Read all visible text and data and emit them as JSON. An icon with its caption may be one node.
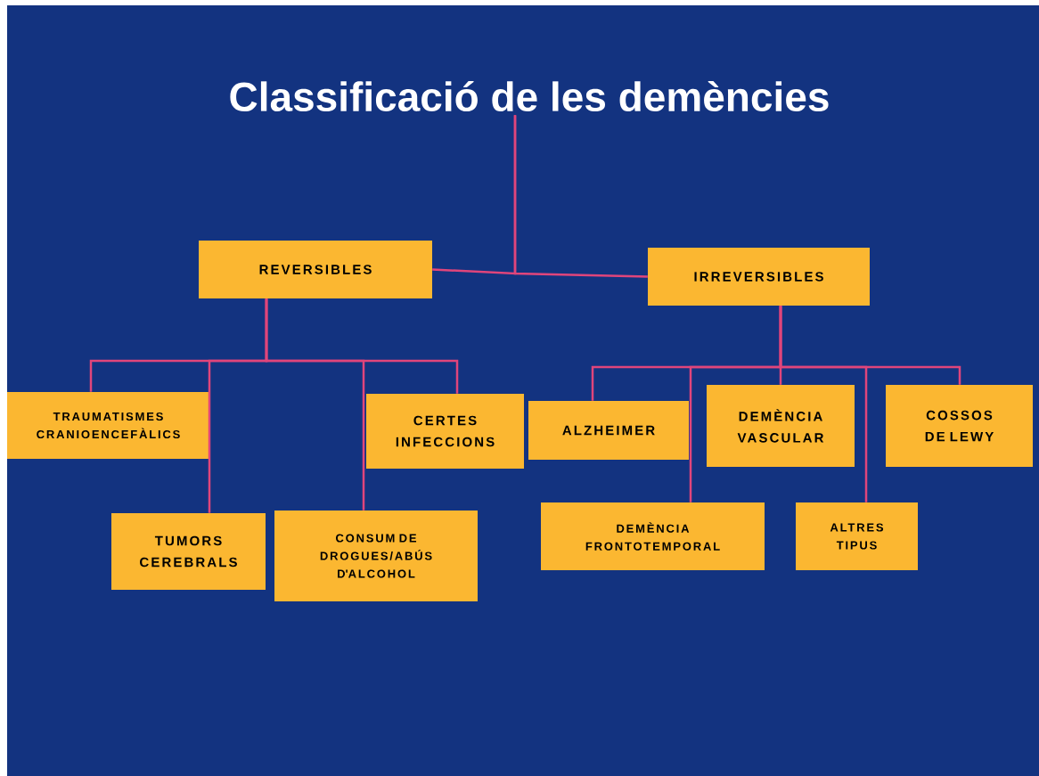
{
  "diagram": {
    "nodes": [
      {
        "text": [
          "Classificació de les demències"
        ]
      },
      {
        "text": [
          "REVERSIBLES"
        ]
      },
      {
        "text": [
          "IRREVERSIBLES"
        ]
      },
      {
        "text": [
          "TRAUMATISMES CRANIOENCEFÀLICS"
        ]
      },
      {
        "text": [
          "TUMORS CEREBRALS"
        ]
      },
      {
        "text": [
          "CONSUM DE DROGUES/ABÚS D'ALCOHOL"
        ]
      },
      {
        "text": [
          "CERTES INFECCIONS"
        ]
      },
      {
        "text": [
          "ALZHEIMER"
        ]
      },
      {
        "text": [
          "DEMÈNCIA FRONTOTEMPORAL"
        ]
      },
      {
        "text": [
          "DEMÈNCIA VASCULAR"
        ]
      },
      {
        "text": [
          "ALTRES TIPUS"
        ]
      },
      {
        "text": [
          "COSSOS DE LEWY"
        ]
      }
    ],
    "edges": [
      {
        "from": 0,
        "to": 1,
        "arrow": "none"
      },
      {
        "from": 0,
        "to": 2,
        "arrow": "none"
      },
      {
        "from": 1,
        "to": 3,
        "arrow": "none"
      },
      {
        "from": 1,
        "to": 4,
        "arrow": "none"
      },
      {
        "from": 1,
        "to": 5,
        "arrow": "none"
      },
      {
        "from": 1,
        "to": 6,
        "arrow": "none"
      },
      {
        "from": 2,
        "to": 7,
        "arrow": "none"
      },
      {
        "from": 2,
        "to": 8,
        "arrow": "none"
      },
      {
        "from": 2,
        "to": 9,
        "arrow": "none"
      },
      {
        "from": 2,
        "to": 10,
        "arrow": "none"
      },
      {
        "from": 2,
        "to": 11,
        "arrow": "none"
      }
    ]
  }
}
